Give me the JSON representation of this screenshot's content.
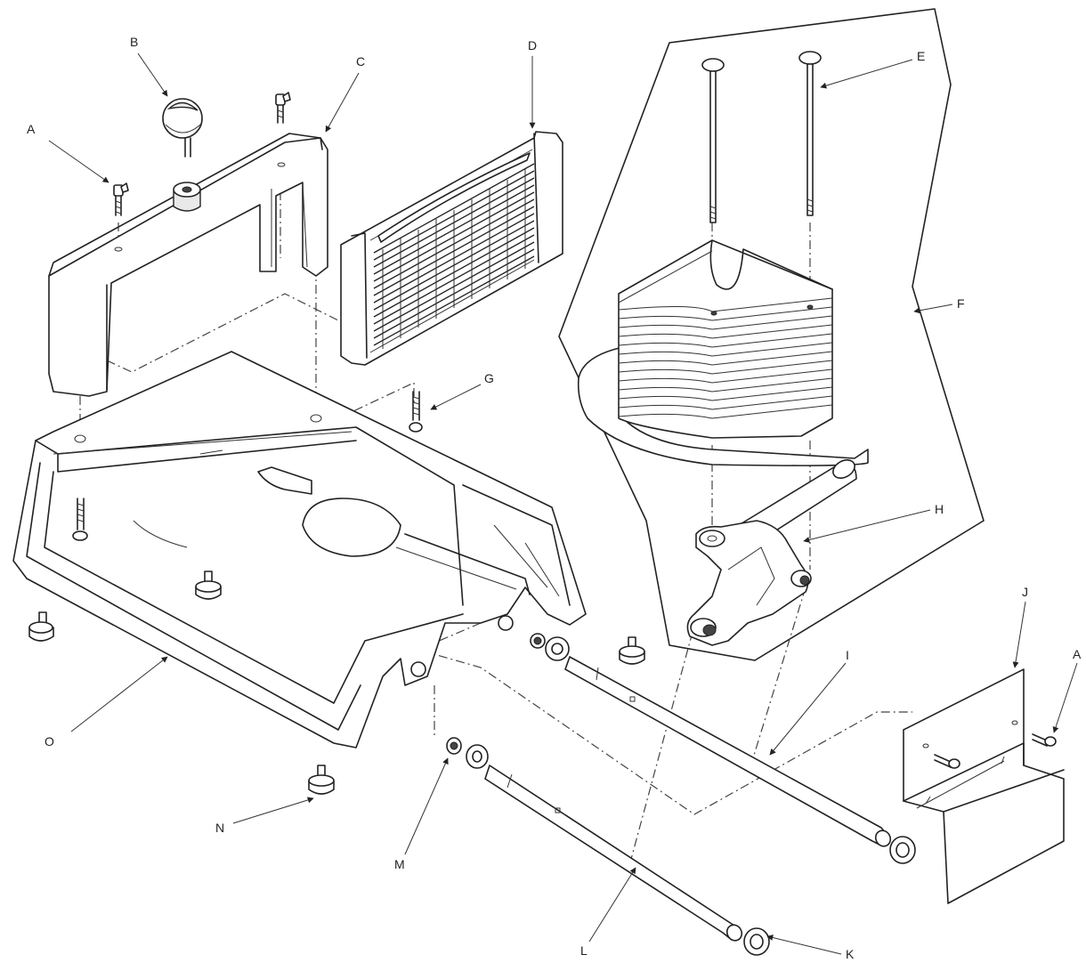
{
  "labels": {
    "A": "A",
    "A2": "A",
    "B": "B",
    "C": "C",
    "D": "D",
    "E": "E",
    "F": "F",
    "G": "G",
    "H": "H",
    "I": "I",
    "J": "J",
    "K": "K",
    "L": "L",
    "M": "M",
    "N": "N",
    "O": "O"
  },
  "parts": {
    "A": "fastening-screw",
    "B": "knob",
    "C": "pusher-head",
    "D": "blade-assembly",
    "E": "long-bolts",
    "F": "pusher-block-assembly",
    "G": "screw",
    "H": "handle",
    "I": "guide-rod",
    "J": "guard",
    "K": "washer",
    "L": "guide-rod",
    "M": "nut",
    "N": "foot",
    "O": "base-frame"
  }
}
